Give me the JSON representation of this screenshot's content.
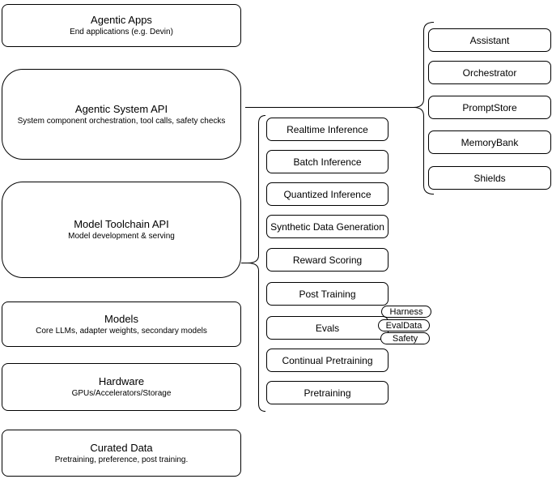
{
  "diagram": {
    "left_stack": {
      "items": [
        {
          "title": "Agentic Apps",
          "subtitle": "End applications (e.g. Devin)"
        },
        {
          "title": "Agentic System API",
          "subtitle": "System component orchestration, tool calls, safety checks"
        },
        {
          "title": "Model Toolchain API",
          "subtitle": "Model development & serving"
        },
        {
          "title": "Models",
          "subtitle": "Core LLMs, adapter weights, secondary models"
        },
        {
          "title": "Hardware",
          "subtitle": "GPUs/Accelerators/Storage"
        },
        {
          "title": "Curated Data",
          "subtitle": "Pretraining, preference, post training."
        }
      ]
    },
    "toolchain_stack": {
      "items": [
        {
          "label": "Realtime Inference"
        },
        {
          "label": "Batch Inference"
        },
        {
          "label": "Quantized Inference"
        },
        {
          "label": "Synthetic Data Generation"
        },
        {
          "label": "Reward Scoring"
        },
        {
          "label": "Post Training"
        },
        {
          "label": "Evals"
        },
        {
          "label": "Continual Pretraining"
        },
        {
          "label": "Pretraining"
        }
      ],
      "evals_tags": [
        {
          "label": "Harness"
        },
        {
          "label": "EvalData"
        },
        {
          "label": "Safety"
        }
      ]
    },
    "system_stack": {
      "items": [
        {
          "label": "Assistant"
        },
        {
          "label": "Orchestrator"
        },
        {
          "label": "PromptStore"
        },
        {
          "label": "MemoryBank"
        },
        {
          "label": "Shields"
        }
      ]
    },
    "colors": {
      "stroke": "#000000",
      "fill": "#ffffff",
      "background": "#ffffff"
    }
  }
}
